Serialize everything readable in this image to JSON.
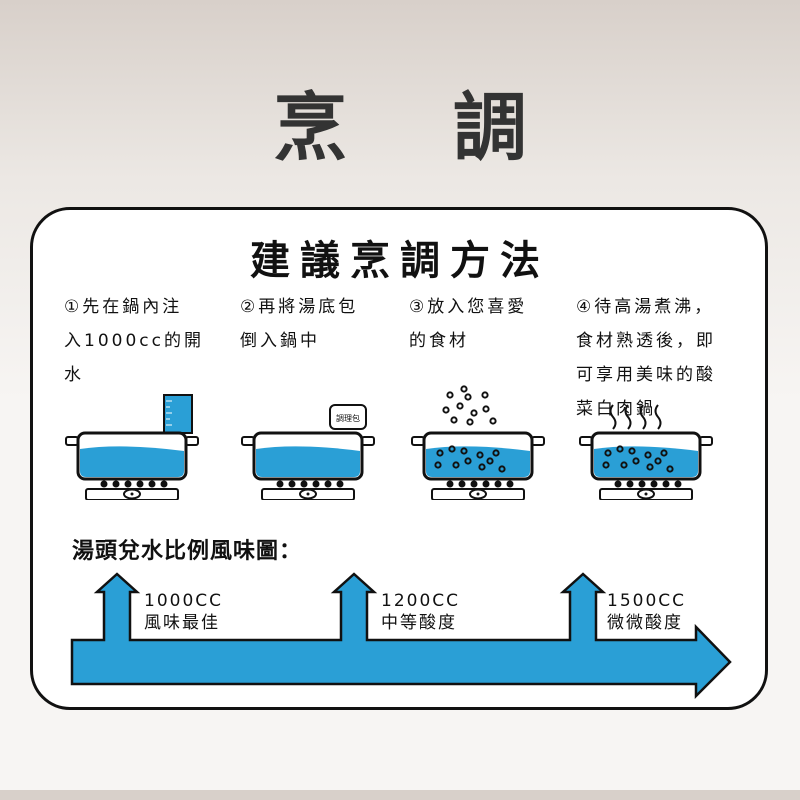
{
  "title": "烹 調",
  "subtitle": "建議烹調方法",
  "steps": [
    {
      "lines": [
        "①先在鍋內注",
        "入1000cc的開",
        "水"
      ]
    },
    {
      "lines": [
        "②再將湯底包",
        "倒入鍋中"
      ]
    },
    {
      "lines": [
        "③放入您喜愛",
        "的食材"
      ]
    },
    {
      "lines": [
        "④待高湯煮沸，",
        "食材熟透後，即",
        "可享用美味的酸",
        "菜白肉鍋"
      ]
    }
  ],
  "packet_label": "調理包",
  "section_title": "湯頭兌水比例風味圖：",
  "ratios": [
    {
      "amount": "1000CC",
      "taste": "風味最佳"
    },
    {
      "amount": "1200CC",
      "taste": "中等酸度"
    },
    {
      "amount": "1500CC",
      "taste": "微微酸度"
    }
  ],
  "colors": {
    "water": "#2a9fd6",
    "outline": "#111111"
  }
}
